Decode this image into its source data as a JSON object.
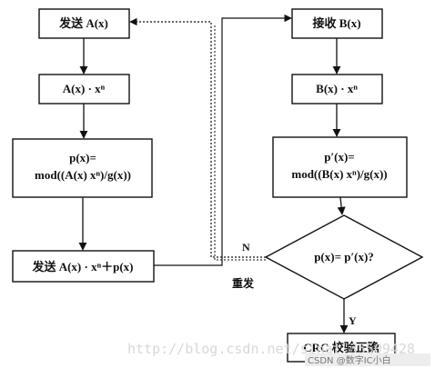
{
  "flowchart": {
    "left": {
      "send_a": "发送 A(x)",
      "a_times_xn": "A(x) · xⁿ",
      "p_line1": "p(x)=",
      "p_line2": "mod((A(x) xⁿ)/g(x))",
      "send_frame": "发送 A(x) · xⁿ＋p(x)"
    },
    "right": {
      "receive_b": "接收 B(x)",
      "b_times_xn": "B(x) · xⁿ",
      "pp_line1": "p′(x)=",
      "pp_line2": "mod((B(x) xⁿ)/g(x))",
      "decision": "p(x)= p′(x)?",
      "result": "CRC 校验正确"
    },
    "labels": {
      "no": "N",
      "yes": "Y",
      "resend": "重发"
    }
  },
  "watermark": {
    "blog": "http://blog.csdn.net/sinat_35509428",
    "csdn": "CSDN @数字IC小白"
  }
}
